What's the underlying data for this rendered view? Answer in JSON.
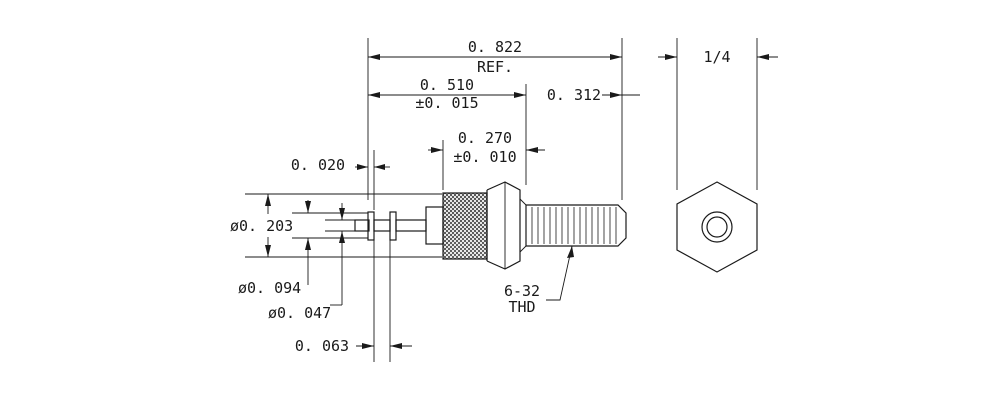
{
  "dimensions": {
    "overall_length": "0. 822",
    "overall_ref": "REF.",
    "body_length": "0. 510",
    "body_tol": "±0. 015",
    "thread_length": "0. 312",
    "knurl_length": "0. 270",
    "knurl_tol": "±0. 010",
    "groove_gap": "0. 020",
    "head_dia": "ø0. 203",
    "shank_dia": "ø0. 094",
    "tip_dia": "ø0. 047",
    "groove_spacing": "0. 063",
    "hex_size": "1/4"
  },
  "notes": {
    "thread_line1": "6-32",
    "thread_line2": "THD"
  }
}
